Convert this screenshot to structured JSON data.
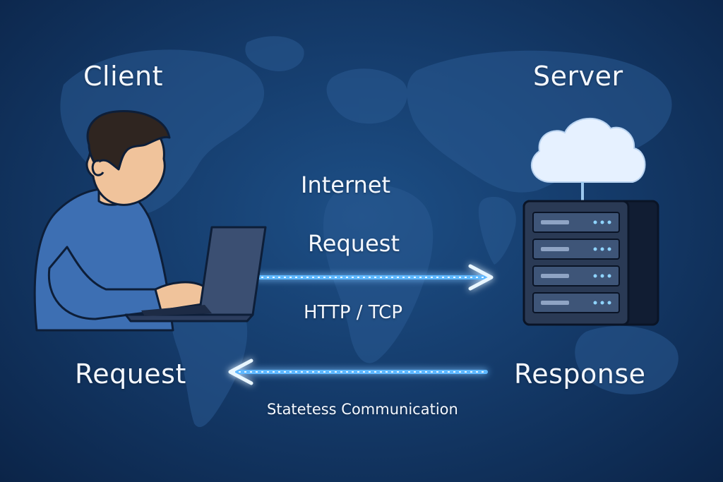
{
  "labels": {
    "client": "Client",
    "server": "Server",
    "internet": "Internet",
    "request_top": "Request",
    "protocol": "HTTP / TCP",
    "request_bottom": "Request",
    "response": "Response",
    "communication": "Statetess Communication"
  },
  "colors": {
    "background": "#153c6c",
    "arrow_glow": "#5fb8ff",
    "server_body": "#2a3a55",
    "cloud": "#e6f1ff",
    "shirt": "#3d6fb3"
  },
  "icons": {
    "person": "person-at-laptop-icon",
    "laptop": "laptop-icon",
    "cloud": "cloud-icon",
    "server": "server-rack-icon",
    "arrow_right": "arrow-right-icon",
    "arrow_left": "arrow-left-icon"
  }
}
